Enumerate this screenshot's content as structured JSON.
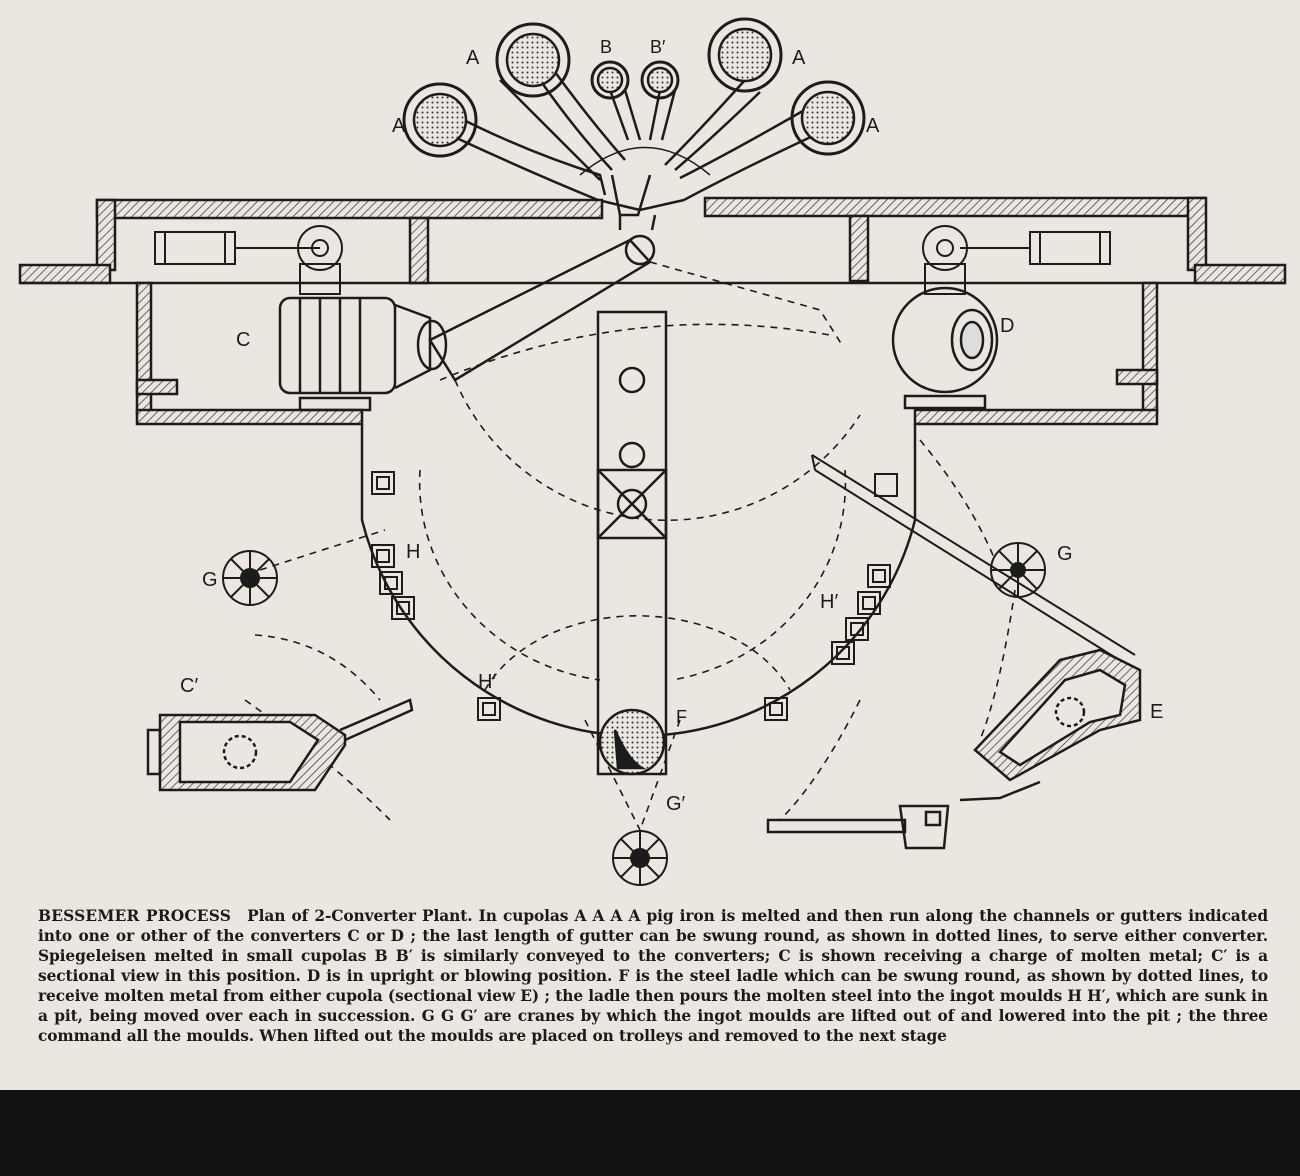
{
  "labels": {
    "a1": "A",
    "a2": "A",
    "a3": "A",
    "a4": "A",
    "b": "B",
    "b_prime": "B′",
    "c": "C",
    "c_prime": "C′",
    "d": "D",
    "e": "E",
    "f": "F",
    "g_left": "G",
    "g_right": "G",
    "g_prime": "G′",
    "h": "H",
    "h_prime_right": "H′",
    "h_prime_bottom": "H′"
  },
  "caption": {
    "title": "BESSEMER PROCESS",
    "text": "Plan of 2-Converter Plant. In cupolas A A A A pig iron is melted and then run along the channels or gutters indicated into one or other of the converters C or D ; the last length of gutter can be swung round, as shown in dotted lines, to serve either converter. Spiegeleisen melted in small cupolas B B′ is similarly conveyed to the converters; C is shown receiving a charge of molten metal; C′ is a sectional view in this position. D is in upright or blowing position. F is the steel ladle which can be swung round, as shown by dotted lines, to receive molten metal from either cupola (sectional view E) ; the ladle then pours the molten steel into the ingot moulds H H′, which are sunk in a pit, being moved over each in succession. G G G′ are cranes by which the ingot moulds are lifted out of and lowered into the pit ; the three command all the moulds. When lifted out the moulds are placed on trolleys and removed to the next stage"
  },
  "colors": {
    "ink": "#1c1c1c",
    "paper": "#ebe7e0",
    "hatch": "#555555",
    "footer": "#121212"
  }
}
